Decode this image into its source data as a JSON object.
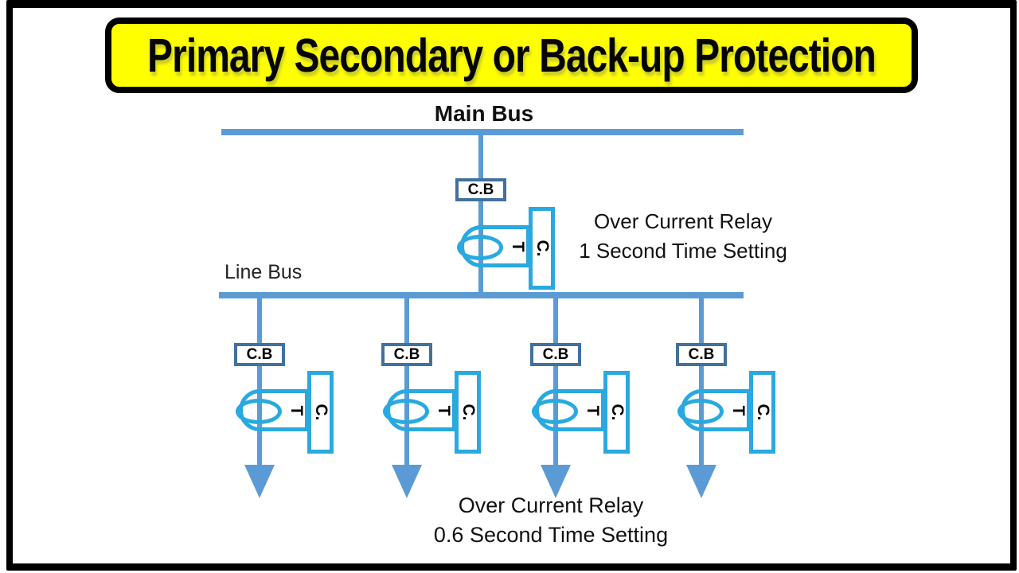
{
  "banner": {
    "title": "Primary Secondary or Back-up Protection"
  },
  "diagram": {
    "main_bus_label": "Main Bus",
    "line_bus_label": "Line Bus",
    "cb_label": "C.B",
    "ct_label": "C.T",
    "ct_label_rotated_parts": {
      "c": "C.",
      "t": "T"
    },
    "branch_count": 4,
    "top_annotation": {
      "line1": "Over Current Relay",
      "line2": "1 Second Time Setting"
    },
    "bottom_annotation": {
      "line1": "Over Current Relay",
      "line2": "0.6 Second Time Setting"
    }
  },
  "colors": {
    "bus_line": "#5B9BD5",
    "breaker_border": "#41719C",
    "ct_symbol": "#29A9E0",
    "banner_bg": "#FFFF00",
    "frame_border": "#000000",
    "background": "#FFFFFF",
    "text": "#1A1A1A"
  }
}
